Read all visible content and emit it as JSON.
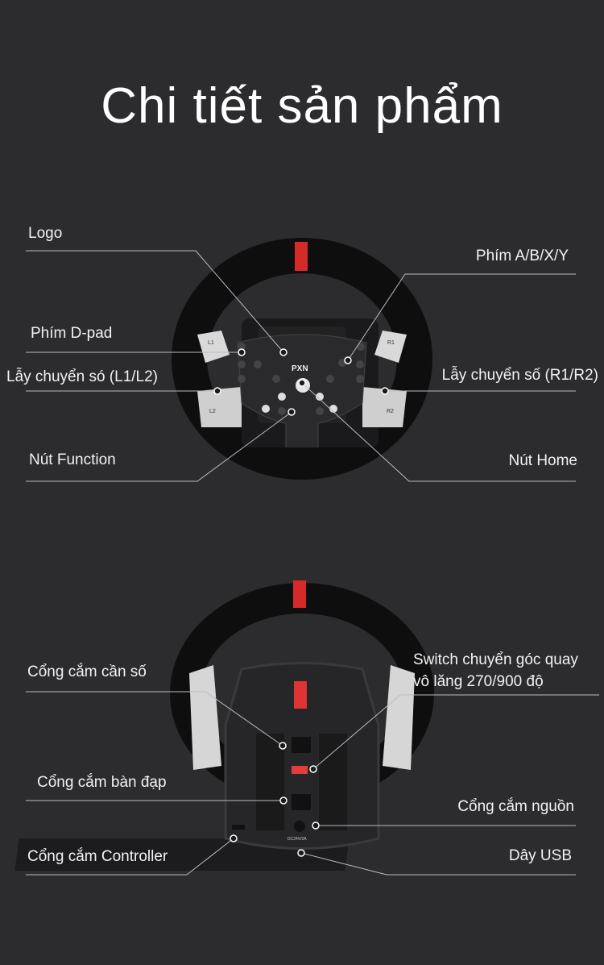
{
  "title": "Chi tiết sản phẩm",
  "front_view": {
    "labels": {
      "logo": "Logo",
      "abxy": "Phím A/B/X/Y",
      "dpad": "Phím D-pad",
      "paddle_left": "Lẫy chuyển só (L1/L2)",
      "paddle_right": "Lẫy chuyển số (R1/R2)",
      "function": "Nút Function",
      "home": "Nút Home"
    },
    "marks": {
      "brand": "PXN",
      "l1": "L1",
      "r1": "R1",
      "l2": "L2",
      "r2": "R2"
    }
  },
  "back_view": {
    "labels": {
      "shifter_port": "Cổng cắm cần số",
      "switch_line1": "Switch chuyển góc quay",
      "switch_line2": "vô lăng 270/900 độ",
      "pedal_port": "Cổng cắm bàn đạp",
      "power_port": "Cổng cắm nguồn",
      "controller_port": "Cổng cắm Controller",
      "usb_cable": "Dây USB"
    },
    "marks": {
      "power_rating": "DC24V/2A"
    }
  },
  "colors": {
    "background": "#2c2c2f",
    "accent_red": "#d42a2a",
    "leader_line": "#b8bcc4"
  }
}
